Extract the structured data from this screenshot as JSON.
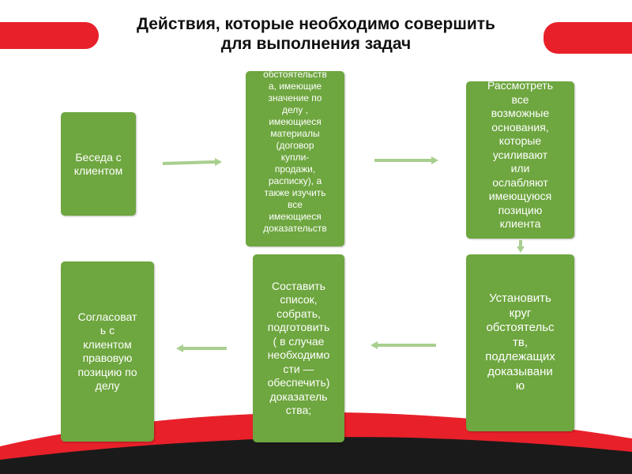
{
  "title": {
    "line1": "Действия, которые необходимо совершить",
    "line2": "для выполнения задач"
  },
  "nodes": {
    "n1": "Беседа с\nклиентом",
    "n2": "обстоятельств\nа, имеющие\nзначение по\nделу ,\nимеющиеся\nматериалы\n(договор\nкупли-\nпродажи,\nрасписку), а\nтакже изучить\nвсе\nимеющиеся\nдоказательств",
    "n3": "Рассмотреть\nвсе\nвозможные\nоснования,\nкоторые\nусиливают\nили\nослабляют\nимеющуюся\nпозицию\nклиента",
    "n4": "Согласоват\nь с\nклиентом\nправовую\nпозицию по\nделу",
    "n5": "Составить\nсписок,\nсобрать,\nподготовить\n( в случае\nнеобходимо\nсти —\nобеспечить)\nдоказатель\nства;",
    "n6": "Установить\nкруг\nобстоятельс\nтв,\nподлежащих\nдоказывани\nю"
  },
  "colors": {
    "node_fill": "#6ea63f",
    "arrow": "#a9cf8e",
    "accent_red": "#e8202a",
    "dark": "#1a1a1a"
  }
}
